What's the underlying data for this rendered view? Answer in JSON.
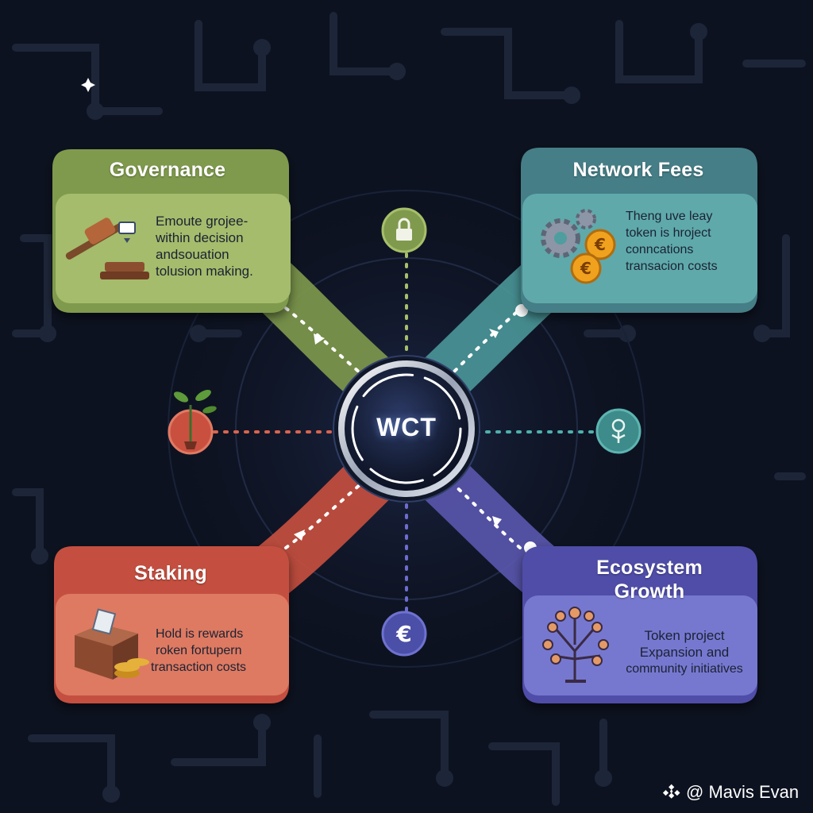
{
  "center": {
    "label": "WCT"
  },
  "cards": {
    "governance": {
      "title": "Governance",
      "lines": [
        "Emoute grojee-",
        "within decision",
        "andsouation",
        "tolusion making."
      ],
      "color": "#8fa556"
    },
    "network_fees": {
      "title": "Network Fees",
      "lines": [
        "Theng uve leay",
        "token is hroject",
        "conncations",
        "transacion costs"
      ],
      "color": "#4b9a9e"
    },
    "staking": {
      "title": "Staking",
      "lines": [
        "Hold is rewards",
        "roken fortupern",
        "transaction costs"
      ],
      "color": "#cf5a47"
    },
    "ecosystem_growth": {
      "title": [
        "Ecosystem",
        "Growth"
      ],
      "lines": [
        "Token project",
        "Expansion and",
        "community initiatives"
      ],
      "color": "#5c5cb4"
    }
  },
  "nodes": {
    "top": {
      "icon": "lock-icon",
      "color": "#7f9a4d"
    },
    "left": {
      "icon": "plant-icon",
      "color": "#c9503f"
    },
    "right": {
      "icon": "flower-icon",
      "color": "#3d8b8a"
    },
    "bottom": {
      "icon": "euro-icon",
      "glyph": "€",
      "color": "#4b4fa8"
    }
  },
  "watermark": {
    "text": "@ Mavis Evan",
    "icon": "binance-diamond-icon"
  }
}
